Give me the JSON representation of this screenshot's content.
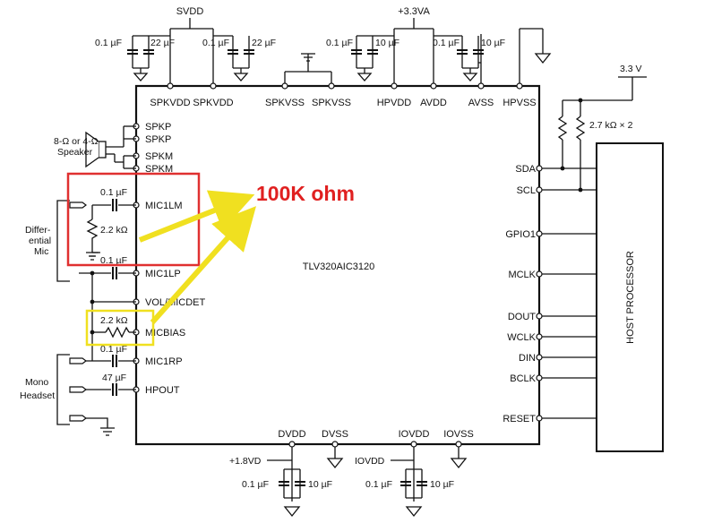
{
  "chip": {
    "name": "TLV320AIC3120",
    "top_pins": [
      "SPKVDD",
      "SPKVDD",
      "SPKVSS",
      "SPKVSS",
      "HPVDD",
      "AVDD",
      "AVSS",
      "HPVSS"
    ],
    "left_pins": [
      "SPKP",
      "SPKP",
      "SPKM",
      "SPKM",
      "MIC1LM",
      "MIC1LP",
      "VOL/MICDET",
      "MICBIAS",
      "MIC1RP",
      "HPOUT"
    ],
    "right_pins": [
      "SDA",
      "SCL",
      "GPIO1",
      "MCLK",
      "DOUT",
      "WCLK",
      "DIN",
      "BCLK",
      "RESET"
    ],
    "bottom_pins": [
      "DVDD",
      "DVSS",
      "IOVDD",
      "IOVSS"
    ]
  },
  "host": {
    "label": "HOST PROCESSOR"
  },
  "rails": {
    "svdd": "SVDD",
    "v33a": "+3.3VA",
    "v33": "3.3 V",
    "v18": "+1.8VD",
    "iovdd": "IOVDD"
  },
  "components": {
    "cap_01": "0.1 µF",
    "cap_22": "22 µF",
    "cap_10": "10 µF",
    "cap_47": "47 µF",
    "res_22k": "2.2 kΩ",
    "pullups": "2.7 kΩ × 2"
  },
  "labels": {
    "speaker": [
      "8-Ω or 4-Ω",
      "Speaker"
    ],
    "diff_mic": [
      "Differ-",
      "ential",
      "Mic"
    ],
    "mono_headset": [
      "Mono",
      "Headset"
    ]
  },
  "annotation": {
    "text": "100K ohm",
    "color": "#e02020",
    "highlight_red": "#e03030",
    "highlight_yellow": "#f0e020",
    "arrow_color": "#f0e020"
  }
}
